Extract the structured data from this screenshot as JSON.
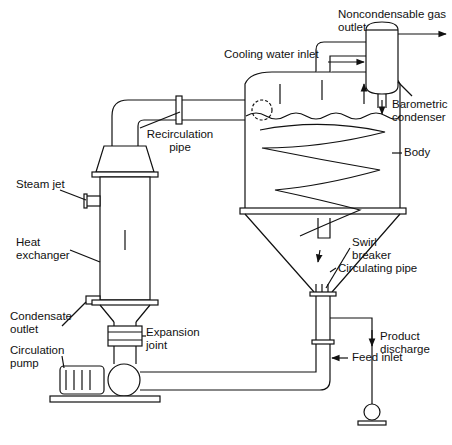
{
  "diagram": {
    "labels": [
      "Noncondensable gas outlet",
      "Cooling water inlet",
      "Barometric condenser",
      "Recirculation pipe",
      "Body",
      "Steam jet",
      "Heat exchanger",
      "Swirl breaker",
      "Circulating pipe",
      "Condensate outlet",
      "Expansion joint",
      "Feed inlet",
      "Product discharge",
      "Circulation pump"
    ]
  }
}
